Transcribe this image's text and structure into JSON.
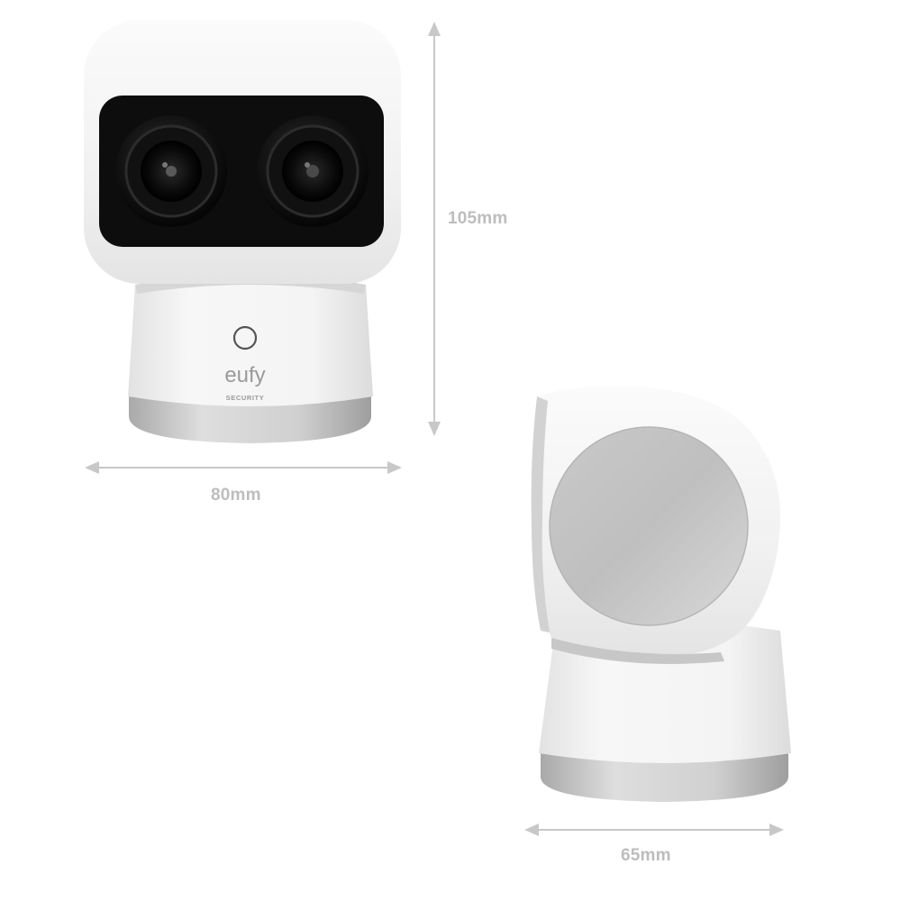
{
  "product": {
    "brand_logo": "eufy",
    "brand_sub": "SECURITY"
  },
  "dimensions": {
    "height": "105mm",
    "width": "80mm",
    "depth": "65mm"
  },
  "colors": {
    "body_white": "#f4f4f4",
    "lens_black": "#0d0d0d",
    "metal_silver": "#c8c8c8",
    "arrow_gray": "#c8c8c8",
    "label_gray": "#bdbdbd"
  }
}
